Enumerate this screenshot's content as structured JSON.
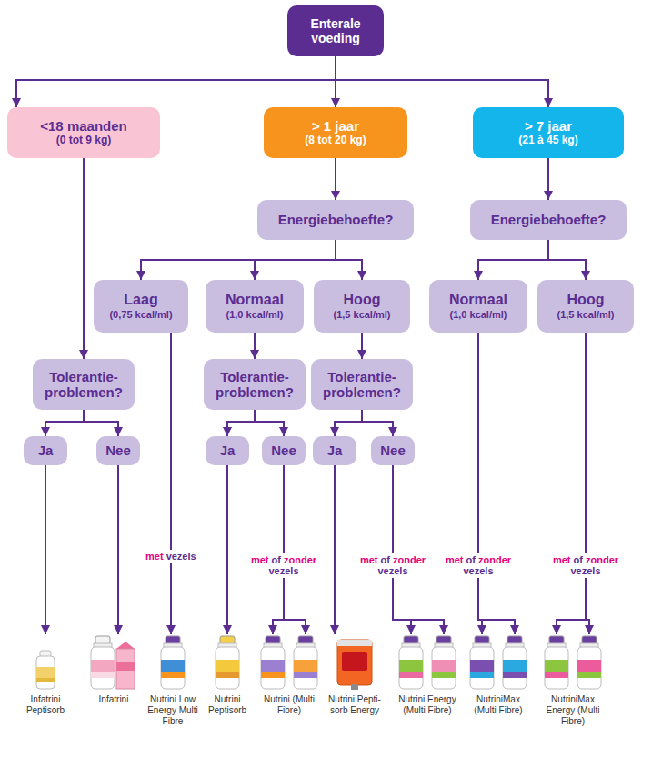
{
  "diagram": {
    "nodes": [
      {
        "text": [
          "Enterale voeding"
        ]
      },
      {
        "text": [
          "<18 maanden",
          "(0 tot 9 kg)"
        ]
      },
      {
        "text": [
          "> 1 jaar",
          "(8 tot 20 kg)"
        ]
      },
      {
        "text": [
          "> 7 jaar",
          "(21 à 45 kg)"
        ]
      },
      {
        "text": [
          "Energiebehoefte?"
        ]
      },
      {
        "text": [
          "Energiebehoefte?"
        ]
      },
      {
        "text": [
          "Laag",
          "(0,75 kcal/ml)"
        ]
      },
      {
        "text": [
          "Normaal",
          "(1,0 kcal/ml)"
        ]
      },
      {
        "text": [
          "Hoog",
          "(1,5 kcal/ml)"
        ]
      },
      {
        "text": [
          "Normaal",
          "(1,0 kcal/ml)"
        ]
      },
      {
        "text": [
          "Hoog",
          "(1,5 kcal/ml)"
        ]
      },
      {
        "text": [
          "Tolerantie- problemen?"
        ]
      },
      {
        "text": [
          "Tolerantie- problemen?"
        ]
      },
      {
        "text": [
          "Tolerantie- problemen?"
        ]
      },
      {
        "text": [
          "Ja"
        ]
      },
      {
        "text": [
          "Nee"
        ]
      },
      {
        "text": [
          "Ja"
        ]
      },
      {
        "text": [
          "Nee"
        ]
      },
      {
        "text": [
          "Ja"
        ]
      },
      {
        "text": [
          "Nee"
        ]
      },
      {
        "text": [
          "Infatrini Peptisorb"
        ]
      },
      {
        "text": [
          "Infatrini"
        ]
      },
      {
        "text": [
          "Nutrini Low Energy Multi Fibre"
        ]
      },
      {
        "text": [
          "Nutrini Peptisorb"
        ]
      },
      {
        "text": [
          "Nutrini (Multi Fibre)"
        ]
      },
      {
        "text": [
          "Nutrini Pepti- sorb Energy"
        ]
      },
      {
        "text": [
          "Nutrini Energy (Multi Fibre)"
        ]
      },
      {
        "text": [
          "NutriniMax (Multi Fibre)"
        ]
      },
      {
        "text": [
          "NutriniMax Energy (Multi Fibre)"
        ]
      }
    ],
    "edges": [
      {
        "from": 0,
        "to": 1,
        "arrow": "to"
      },
      {
        "from": 0,
        "to": 2,
        "arrow": "to"
      },
      {
        "from": 0,
        "to": 3,
        "arrow": "to"
      },
      {
        "from": 1,
        "to": 11,
        "arrow": "to"
      },
      {
        "from": 2,
        "to": 4,
        "arrow": "to"
      },
      {
        "from": 3,
        "to": 5,
        "arrow": "to"
      },
      {
        "from": 4,
        "to": 6,
        "arrow": "to"
      },
      {
        "from": 4,
        "to": 7,
        "arrow": "to"
      },
      {
        "from": 4,
        "to": 8,
        "arrow": "to"
      },
      {
        "from": 5,
        "to": 9,
        "arrow": "to"
      },
      {
        "from": 5,
        "to": 10,
        "arrow": "to"
      },
      {
        "from": 7,
        "to": 12,
        "arrow": "to"
      },
      {
        "from": 8,
        "to": 13,
        "arrow": "to"
      },
      {
        "from": 11,
        "to": 14,
        "arrow": "to"
      },
      {
        "from": 11,
        "to": 15,
        "arrow": "to"
      },
      {
        "from": 12,
        "to": 16,
        "arrow": "to"
      },
      {
        "from": 12,
        "to": 17,
        "arrow": "to"
      },
      {
        "from": 13,
        "to": 18,
        "arrow": "to"
      },
      {
        "from": 13,
        "to": 19,
        "arrow": "to"
      },
      {
        "from": 14,
        "to": 20,
        "arrow": "to"
      },
      {
        "from": 15,
        "to": 21,
        "arrow": "to"
      },
      {
        "from": 6,
        "to": 22,
        "label": "met vezels",
        "arrow": "to"
      },
      {
        "from": 16,
        "to": 23,
        "arrow": "to"
      },
      {
        "from": 17,
        "to": 24,
        "label": "met of zonder vezels",
        "arrow": "to"
      },
      {
        "from": 18,
        "to": 25,
        "arrow": "to"
      },
      {
        "from": 19,
        "to": 26,
        "label": "met of zonder vezels",
        "arrow": "to"
      },
      {
        "from": 9,
        "to": 27,
        "label": "met of zonder vezels",
        "arrow": "to"
      },
      {
        "from": 10,
        "to": 28,
        "label": "met of zonder vezels",
        "arrow": "to"
      }
    ]
  }
}
